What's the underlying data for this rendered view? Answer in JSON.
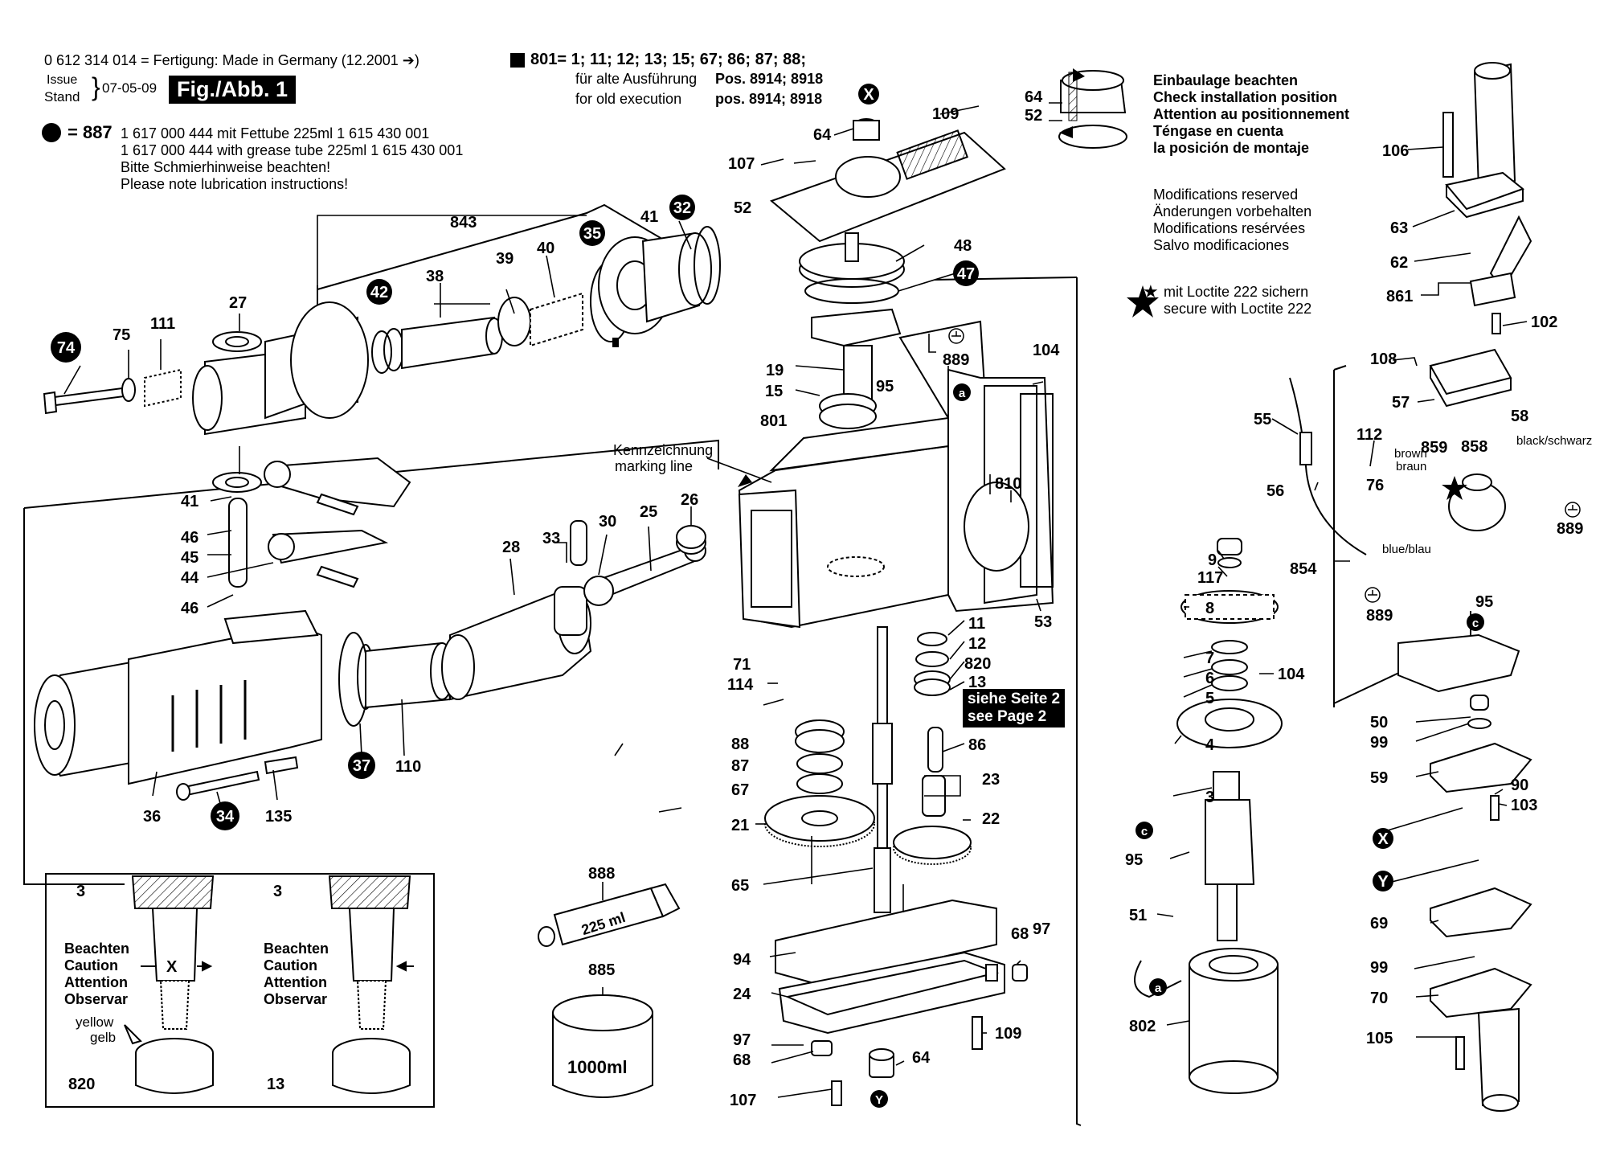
{
  "header": {
    "line1": "0 612 314 014 = Fertigung: Made in Germany (12.2001 ➔)",
    "issue_label": "Issue",
    "stand_label": "Stand",
    "issue_date": "07-05-09",
    "figure_label": "Fig./Abb. 1"
  },
  "grease_note": {
    "ref": "= 887",
    "line1": "1 617 000 444 mit Fettube 225ml 1 615 430 001",
    "line2": "1 617 000 444 with grease tube 225ml 1 615 430 001",
    "line3": "Bitte Schmierhinweise beachten!",
    "line4": "Please note lubrication instructions!"
  },
  "old_execution": {
    "ref": "801= 1; 11; 12; 13; 15; 67; 86; 87; 88;",
    "de_text": "für alte Ausführung",
    "de_pos": "Pos. 8914; 8918",
    "en_text": "for old execution",
    "en_pos": "pos. 8914; 8918"
  },
  "install_note": {
    "line1": "Einbaulage beachten",
    "line2": "Check installation position",
    "line3": "Attention au positionnement",
    "line4": "Téngase en cuenta",
    "line5": "la posición de montaje"
  },
  "modifications": {
    "line1": "Modifications reserved",
    "line2": "Änderungen vorbehalten",
    "line3": "Modifications resérvées",
    "line4": "Salvo modificaciones"
  },
  "loctite": {
    "line1": "mit Loctite 222 sichern",
    "line2": "secure with Loctite 222"
  },
  "marking": {
    "line1": "Kennzeichnung",
    "line2": "marking line"
  },
  "see_page": {
    "line1": "siehe Seite 2",
    "line2": "see Page 2"
  },
  "wires": {
    "brown": "brown",
    "braun": "braun",
    "black": "black/schwarz",
    "blue": "blue/blau"
  },
  "caution": {
    "l1": "Beachten",
    "l2": "Caution",
    "l3": "Attention",
    "l4": "Observar",
    "yellow": "yellow",
    "gelb": "gelb",
    "x": "X"
  },
  "tube_label": "225 ml",
  "can_label": "1000ml",
  "part_numbers": [
    "109",
    "107",
    "64",
    "52",
    "48",
    "19",
    "15",
    "95",
    "889",
    "104",
    "801",
    "810",
    "11",
    "12",
    "820",
    "13",
    "86",
    "23",
    "22",
    "21",
    "65",
    "67",
    "87",
    "88",
    "71",
    "114",
    "94",
    "24",
    "97",
    "68",
    "64",
    "109",
    "97",
    "68",
    "107",
    "843",
    "35",
    "32",
    "27",
    "42",
    "38",
    "39",
    "40",
    "41",
    "74",
    "75",
    "111",
    "41",
    "46",
    "45",
    "44",
    "46",
    "33",
    "30",
    "25",
    "26",
    "28",
    "37",
    "36",
    "34",
    "110",
    "135",
    "888",
    "885",
    "9",
    "117",
    "8",
    "7",
    "6",
    "5",
    "104",
    "4",
    "3",
    "95",
    "51",
    "802",
    "106",
    "63",
    "62",
    "861",
    "102",
    "108",
    "57",
    "55",
    "56",
    "112",
    "76",
    "858",
    "859",
    "58",
    "854",
    "889",
    "889",
    "95",
    "50",
    "99",
    "59",
    "90",
    "103",
    "69",
    "99",
    "70",
    "105",
    "3",
    "3",
    "820",
    "13",
    "53",
    "64",
    "52"
  ],
  "circled": [
    "X",
    "Y",
    "47",
    "c",
    "a",
    "a",
    "c",
    "Y",
    "X"
  ]
}
